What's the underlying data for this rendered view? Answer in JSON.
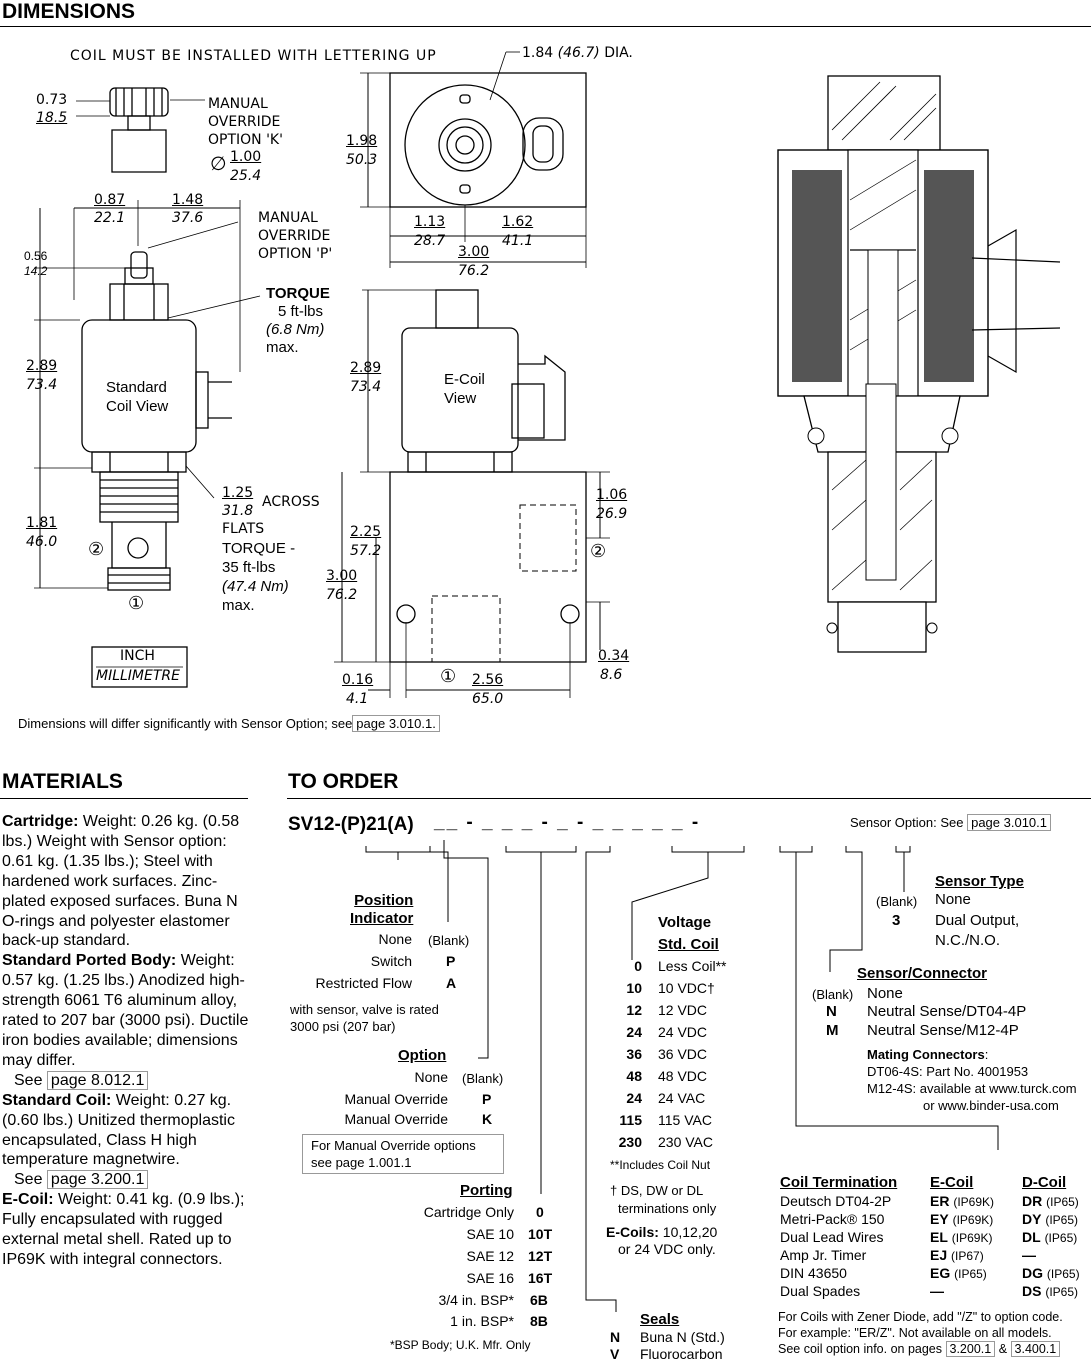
{
  "dimensions": {
    "heading": "DIMENSIONS",
    "coil_note": "COIL MUST BE INSTALLED WITH LETTERING UP",
    "dia_value": "1.84",
    "dia_mm": "(46.7)",
    "dia_label": "DIA.",
    "d_073": "0.73",
    "d_185": "18.5",
    "manual_k": [
      "MANUAL",
      "OVERRIDE",
      "OPTION 'K'"
    ],
    "d_phi": "∅",
    "d_100": "1.00",
    "d_254": "25.4",
    "d_087": "0.87",
    "d_221": "22.1",
    "d_148": "1.48",
    "d_376": "37.6",
    "manual_p": [
      "MANUAL",
      "OVERRIDE",
      "OPTION 'P'"
    ],
    "d_056": "0.56",
    "d_142": "14.2",
    "torque1": [
      "TORQUE",
      "5 ft-lbs",
      "(6.8 Nm)",
      "max."
    ],
    "d_289": "2.89",
    "d_734": "73.4",
    "std_coil": [
      "Standard",
      "Coil View"
    ],
    "d_198": "1.98",
    "d_503": "50.3",
    "d_113": "1.13",
    "d_287": "28.7",
    "d_162": "1.62",
    "d_411": "41.1",
    "d_300": "3.00",
    "d_762": "76.2",
    "d_289b": "2.89",
    "d_734b": "73.4",
    "ecoil": [
      "E-Coil",
      "View"
    ],
    "d_125": "1.25",
    "d_318": "31.8",
    "across_flats": [
      "ACROSS",
      "FLATS"
    ],
    "torque2": [
      "TORQUE -",
      "35 ft-lbs",
      "(47.4 Nm)",
      "max."
    ],
    "d_181": "1.81",
    "d_460": "46.0",
    "d_225": "2.25",
    "d_572": "57.2",
    "d_300b": "3.00",
    "d_762b": "76.2",
    "d_106": "1.06",
    "d_269": "26.9",
    "d_034": "0.34",
    "d_86": "8.6",
    "d_016": "0.16",
    "d_41": "4.1",
    "d_256": "2.56",
    "d_650": "65.0",
    "port1": "①",
    "port2": "②",
    "unit_inch": "INCH",
    "unit_mm": "MILLIMETRE",
    "sensor_note": "Dimensions will differ significantly with Sensor Option; see",
    "sensor_page": "page 3.010.1."
  },
  "materials": {
    "heading": "MATERIALS",
    "cartridge_title": "Cartridge:",
    "cartridge_text": "Weight: 0.26 kg. (0.58 lbs.) Weight with Sensor option: 0.61 kg. (1.35 lbs.); Steel with hardened work surfaces. Zinc-plated exposed surfaces. Buna N O-rings and polyester elastomer back-up standard.",
    "body_title": "Standard Ported Body:",
    "body_text": "Weight: 0.57 kg. (1.25 lbs.) Anodized high-strength 6061 T6 aluminum alloy, rated to 207 bar (3000 psi). Ductile iron bodies available; dimensions may differ.",
    "body_see": "See",
    "body_page": "page 8.012.1",
    "coil_title": "Standard Coil:",
    "coil_text": "Weight: 0.27 kg. (0.60 lbs.) Unitized thermoplastic encapsulated, Class H high temperature magnetwire.",
    "coil_see": "See",
    "coil_page": "page 3.200.1",
    "ecoil_title": "E-Coil:",
    "ecoil_text": "Weight: 0.41 kg. (0.9 lbs.); Fully encapsulated with rugged external metal shell. Rated up to IP69K with integral connectors."
  },
  "order": {
    "heading": "TO ORDER",
    "code": "SV12-(P)21(A)",
    "code_rest": "__ - _ _ _ - _ - _ _ _ _ _ -",
    "sensor_opt": "Sensor Option: See",
    "sensor_page": "page 3.010.1",
    "pos_title": [
      "Position",
      "Indicator"
    ],
    "pos_rows": [
      {
        "label": "None",
        "code": "(Blank)"
      },
      {
        "label": "Switch",
        "code": "P"
      },
      {
        "label": "Restricted Flow",
        "code": "A"
      }
    ],
    "pos_note": [
      "with sensor, valve is rated",
      "3000 psi (207 bar)"
    ],
    "opt_title": "Option",
    "opt_rows": [
      {
        "label": "None",
        "code": "(Blank)"
      },
      {
        "label": "Manual Override",
        "code": "P"
      },
      {
        "label": "Manual Override",
        "code": "K"
      }
    ],
    "mo_note": [
      "For Manual Override options",
      "see page 1.001.1"
    ],
    "port_title": "Porting",
    "port_rows": [
      {
        "label": "Cartridge Only",
        "code": "0"
      },
      {
        "label": "SAE 10",
        "code": "10T"
      },
      {
        "label": "SAE 12",
        "code": "12T"
      },
      {
        "label": "SAE 16",
        "code": "16T"
      },
      {
        "label": "3/4 in. BSP*",
        "code": "6B"
      },
      {
        "label": "1 in. BSP*",
        "code": "8B"
      }
    ],
    "bsp_note": "*BSP Body; U.K. Mfr. Only",
    "seals_title": "Seals",
    "seals_rows": [
      {
        "code": "N",
        "label": "Buna N (Std.)"
      },
      {
        "code": "V",
        "label": "Fluorocarbon"
      }
    ],
    "volt_title": "Voltage",
    "volt_sub": "Std. Coil",
    "volt_rows": [
      {
        "code": "0",
        "label": "Less Coil**"
      },
      {
        "code": "10",
        "label": "10 VDC†"
      },
      {
        "code": "12",
        "label": "12 VDC"
      },
      {
        "code": "24",
        "label": "24 VDC"
      },
      {
        "code": "36",
        "label": "36 VDC"
      },
      {
        "code": "48",
        "label": "48 VDC"
      },
      {
        "code": "24",
        "label": "24 VAC"
      },
      {
        "code": "115",
        "label": "115 VAC"
      },
      {
        "code": "230",
        "label": "230 VAC"
      }
    ],
    "volt_note1": "**Includes Coil Nut",
    "volt_note2": [
      "† DS, DW or DL",
      "terminations only"
    ],
    "ecoils_title": "E-Coils:",
    "ecoils_text": [
      "10,12,20",
      "or 24 VDC only."
    ],
    "sensor_type_title": "Sensor Type",
    "sensor_type_rows": [
      {
        "code": "(Blank)",
        "label": "None"
      },
      {
        "code": "3",
        "label": "Dual Output,"
      },
      {
        "code": "",
        "label": "N.C./N.O."
      }
    ],
    "sc_title": "Sensor/Connector",
    "sc_rows": [
      {
        "code": "(Blank)",
        "label": "None"
      },
      {
        "code": "N",
        "label": "Neutral Sense/DT04-4P"
      },
      {
        "code": "M",
        "label": "Neutral Sense/M12-4P"
      }
    ],
    "mating_title": "Mating Connectors",
    "mating_lines": [
      "DT06-4S: Part No. 4001953",
      "M12-4S: available at www.turck.com",
      "or www.binder-usa.com"
    ],
    "ct_headers": [
      "Coil Termination",
      "E-Coil",
      "D-Coil"
    ],
    "ct_rows": [
      {
        "name": "Deutsch DT04-2P",
        "e": "ER",
        "eip": "(IP69K)",
        "d": "DR",
        "dip": "(IP65)"
      },
      {
        "name": "Metri-Pack® 150",
        "e": "EY",
        "eip": "(IP69K)",
        "d": "DY",
        "dip": "(IP65)"
      },
      {
        "name": "Dual Lead Wires",
        "e": "EL",
        "eip": "(IP69K)",
        "d": "DL",
        "dip": "(IP65)"
      },
      {
        "name": "Amp Jr. Timer",
        "e": "EJ",
        "eip": "(IP67)",
        "d": "—",
        "dip": ""
      },
      {
        "name": "DIN 43650",
        "e": "EG",
        "eip": "(IP65)",
        "d": "DG",
        "dip": "(IP65)"
      },
      {
        "name": "Dual Spades",
        "e": "—",
        "eip": "",
        "d": "DS",
        "dip": "(IP65)"
      }
    ],
    "zener1": "For Coils with Zener Diode, add \"/Z\" to option code.",
    "zener2": "For example: \"ER/Z\". Not available on all models.",
    "zener3": "See coil option info. on pages",
    "zener_p1": "3.200.1",
    "zener_amp": "&",
    "zener_p2": "3.400.1"
  }
}
